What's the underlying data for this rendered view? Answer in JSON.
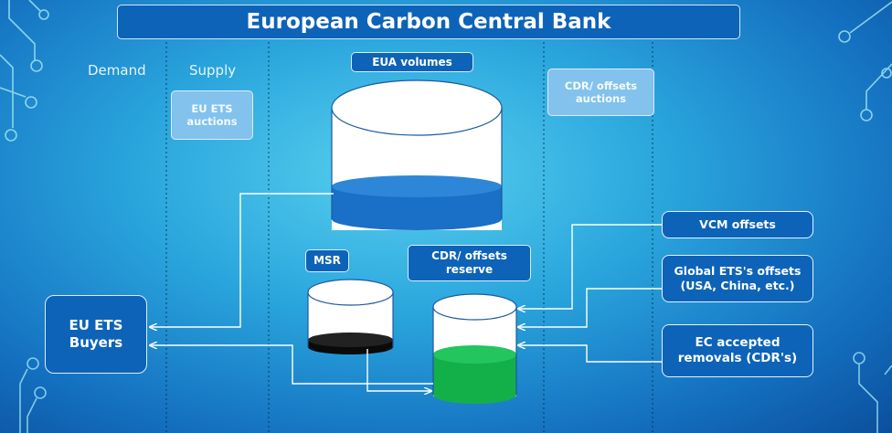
{
  "title": "European Carbon Central Bank",
  "columns": {
    "demand": "Demand",
    "supply": "Supply"
  },
  "auctions": {
    "eu_ets": "EU ETS auctions",
    "cdr_offsets": "CDR/ offsets auctions"
  },
  "reservoirs": {
    "eua_volumes": {
      "label": "EUA volumes",
      "fill_fraction": 0.3,
      "fill_color": "#1a6fc7"
    },
    "msr": {
      "label": "MSR",
      "fill_fraction": 0.15,
      "fill_color": "#0a0a0a"
    },
    "cdr_reserve": {
      "label": "CDR/ offsets reserve",
      "fill_fraction": 0.5,
      "fill_color": "#13b04a"
    }
  },
  "buyers": "EU ETS Buyers",
  "sources": {
    "vcm": "VCM offsets",
    "global_ets": "Global ETS's offsets (USA, China, etc.)",
    "ec_removals": "EC accepted removals (CDR's)"
  },
  "colors": {
    "title_bg": "#0d63b8",
    "light_box": "#83c2ec",
    "arrow": "#ffffff"
  }
}
